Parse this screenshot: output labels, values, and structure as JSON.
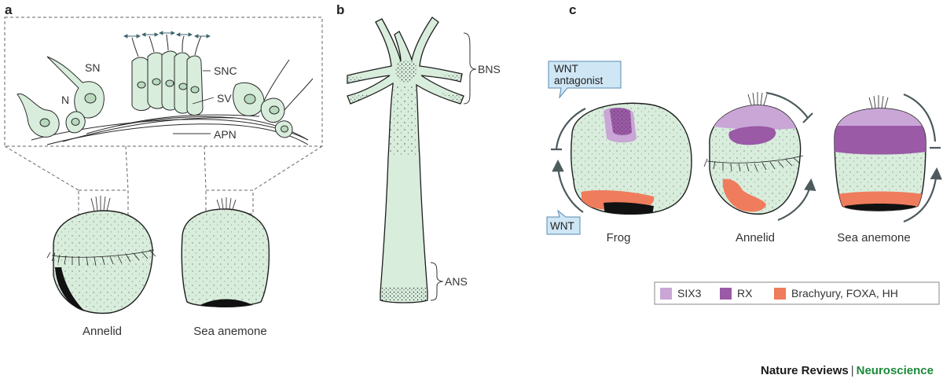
{
  "panel_a": {
    "letter": "a",
    "labels": {
      "sn": "SN",
      "n": "N",
      "snc": "SNC",
      "sv": "SV",
      "apn": "APN"
    },
    "larva_captions": [
      "Annelid",
      "Sea anemone"
    ]
  },
  "panel_b": {
    "letter": "b",
    "labels": {
      "bns": "BNS",
      "ans": "ANS"
    }
  },
  "panel_c": {
    "letter": "c",
    "callout_top": [
      "WNT",
      "antagonist"
    ],
    "callout_bottom": "WNT",
    "embryo_captions": [
      "Frog",
      "Annelid",
      "Sea anemone"
    ],
    "legend": [
      {
        "label": "SIX3",
        "color": "#c9a6d6"
      },
      {
        "label": "RX",
        "color": "#9a5aa6"
      },
      {
        "label": "Brachyury, FOXA, HH",
        "color": "#ef7c5c"
      }
    ]
  },
  "colors": {
    "body": "#d8eddc",
    "outline": "#1e1e1e",
    "arrow": "#4d5a5e",
    "callout_fill": "#cfe6f5",
    "callout_stroke": "#5a8ab0"
  },
  "credit": {
    "publisher": "Nature Reviews",
    "separator": "|",
    "journal": "Neuroscience"
  }
}
